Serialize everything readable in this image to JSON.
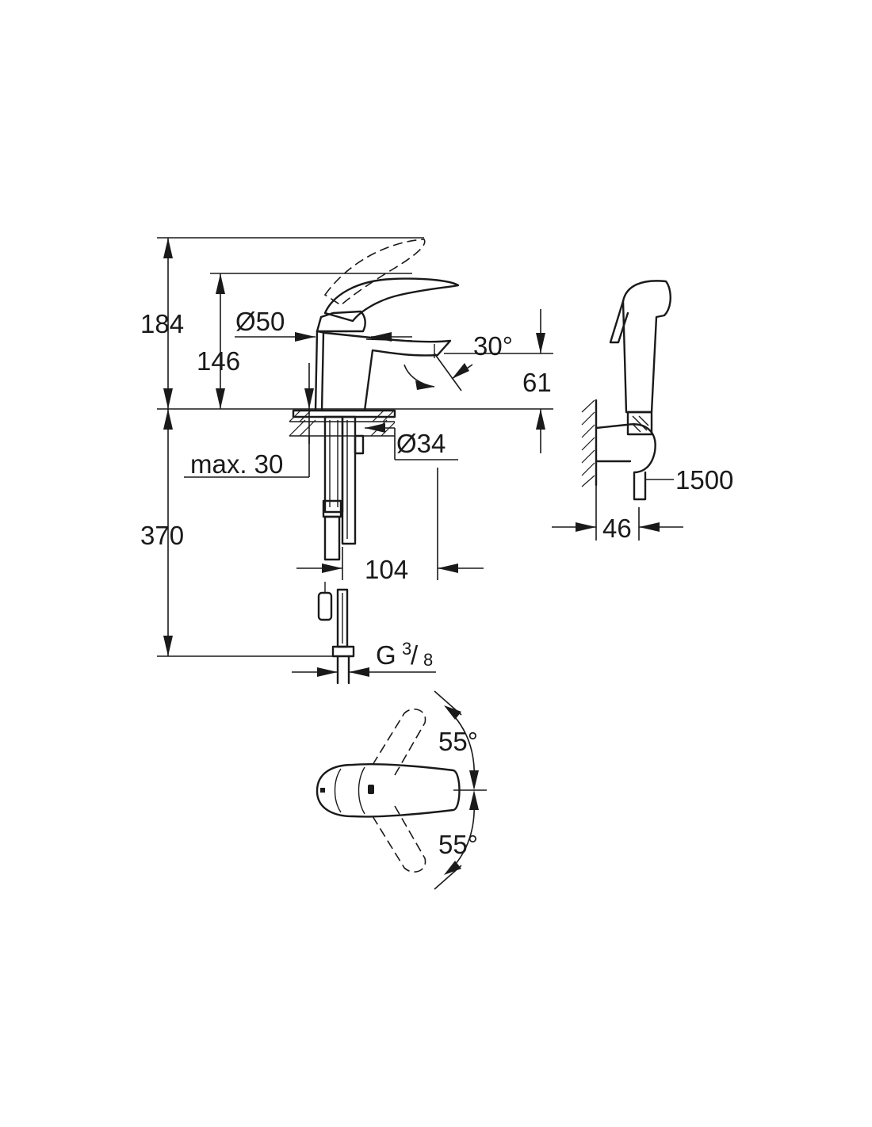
{
  "colors": {
    "line": "#1a1a1a",
    "background": "#ffffff"
  },
  "dimensions": {
    "total_height": "184",
    "spout_height": "146",
    "body_diameter": "Ø50",
    "spout_angle": "30°",
    "spout_clearance": "61",
    "hole_diameter": "Ø34",
    "deck_thickness": "max. 30",
    "hose_length": "370",
    "spout_projection": "104",
    "connection_thread": "G",
    "connection_num": "3",
    "connection_den": "8",
    "shower_hose": "1500",
    "holder_depth": "46",
    "lever_angle_top": "55°",
    "lever_angle_bottom": "55°"
  }
}
